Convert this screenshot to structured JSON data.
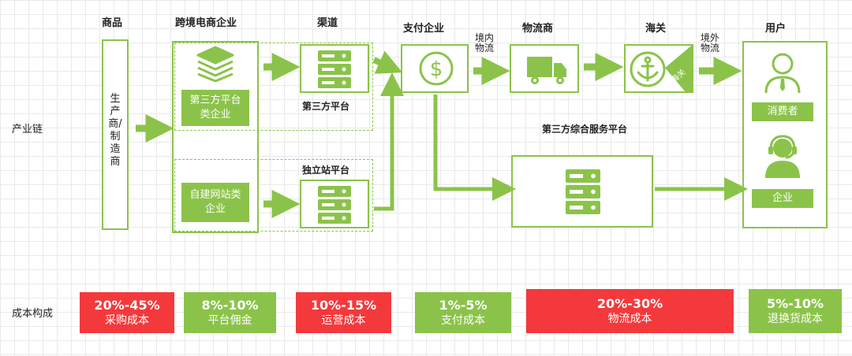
{
  "columns": {
    "goods": "商品",
    "crossborder": "跨境电商企业",
    "channel": "渠道",
    "payment": "支付企业",
    "logistics": "物流商",
    "customs": "海关",
    "user": "用户"
  },
  "rows": {
    "chain": "产业链",
    "cost": "成本构成"
  },
  "nodes": {
    "manufacturer": "生产商/制造商",
    "platform_company": "第三方平台类企业",
    "own_site_company": "自建网站类企业",
    "third_party_platform": "第三方平台",
    "independent_site": "独立站平台",
    "service_platform": "第三方综合服务平台",
    "customs_stamp": "海关",
    "consumer": "消费者",
    "enterprise": "企业"
  },
  "flow_labels": {
    "domestic": "境内物流",
    "overseas": "境外物流"
  },
  "costs": [
    {
      "pct": "20%-45%",
      "label": "采购成本",
      "color": "#f4393c"
    },
    {
      "pct": "8%-10%",
      "label": "平台佣金",
      "color": "#8bc34a"
    },
    {
      "pct": "10%-15%",
      "label": "运营成本",
      "color": "#f4393c"
    },
    {
      "pct": "1%-5%",
      "label": "支付成本",
      "color": "#8bc34a"
    },
    {
      "pct": "20%-30%",
      "label": "物流成本",
      "color": "#f4393c"
    },
    {
      "pct": "5%-10%",
      "label": "退换货成本",
      "color": "#8bc34a"
    }
  ],
  "icons": [
    "stack-layers-icon",
    "server-icon",
    "dollar-icon",
    "truck-icon",
    "anchor-icon",
    "user-icon",
    "headset-user-icon"
  ],
  "colors": {
    "accent": "#8bc34a",
    "alert": "#f4393c"
  }
}
